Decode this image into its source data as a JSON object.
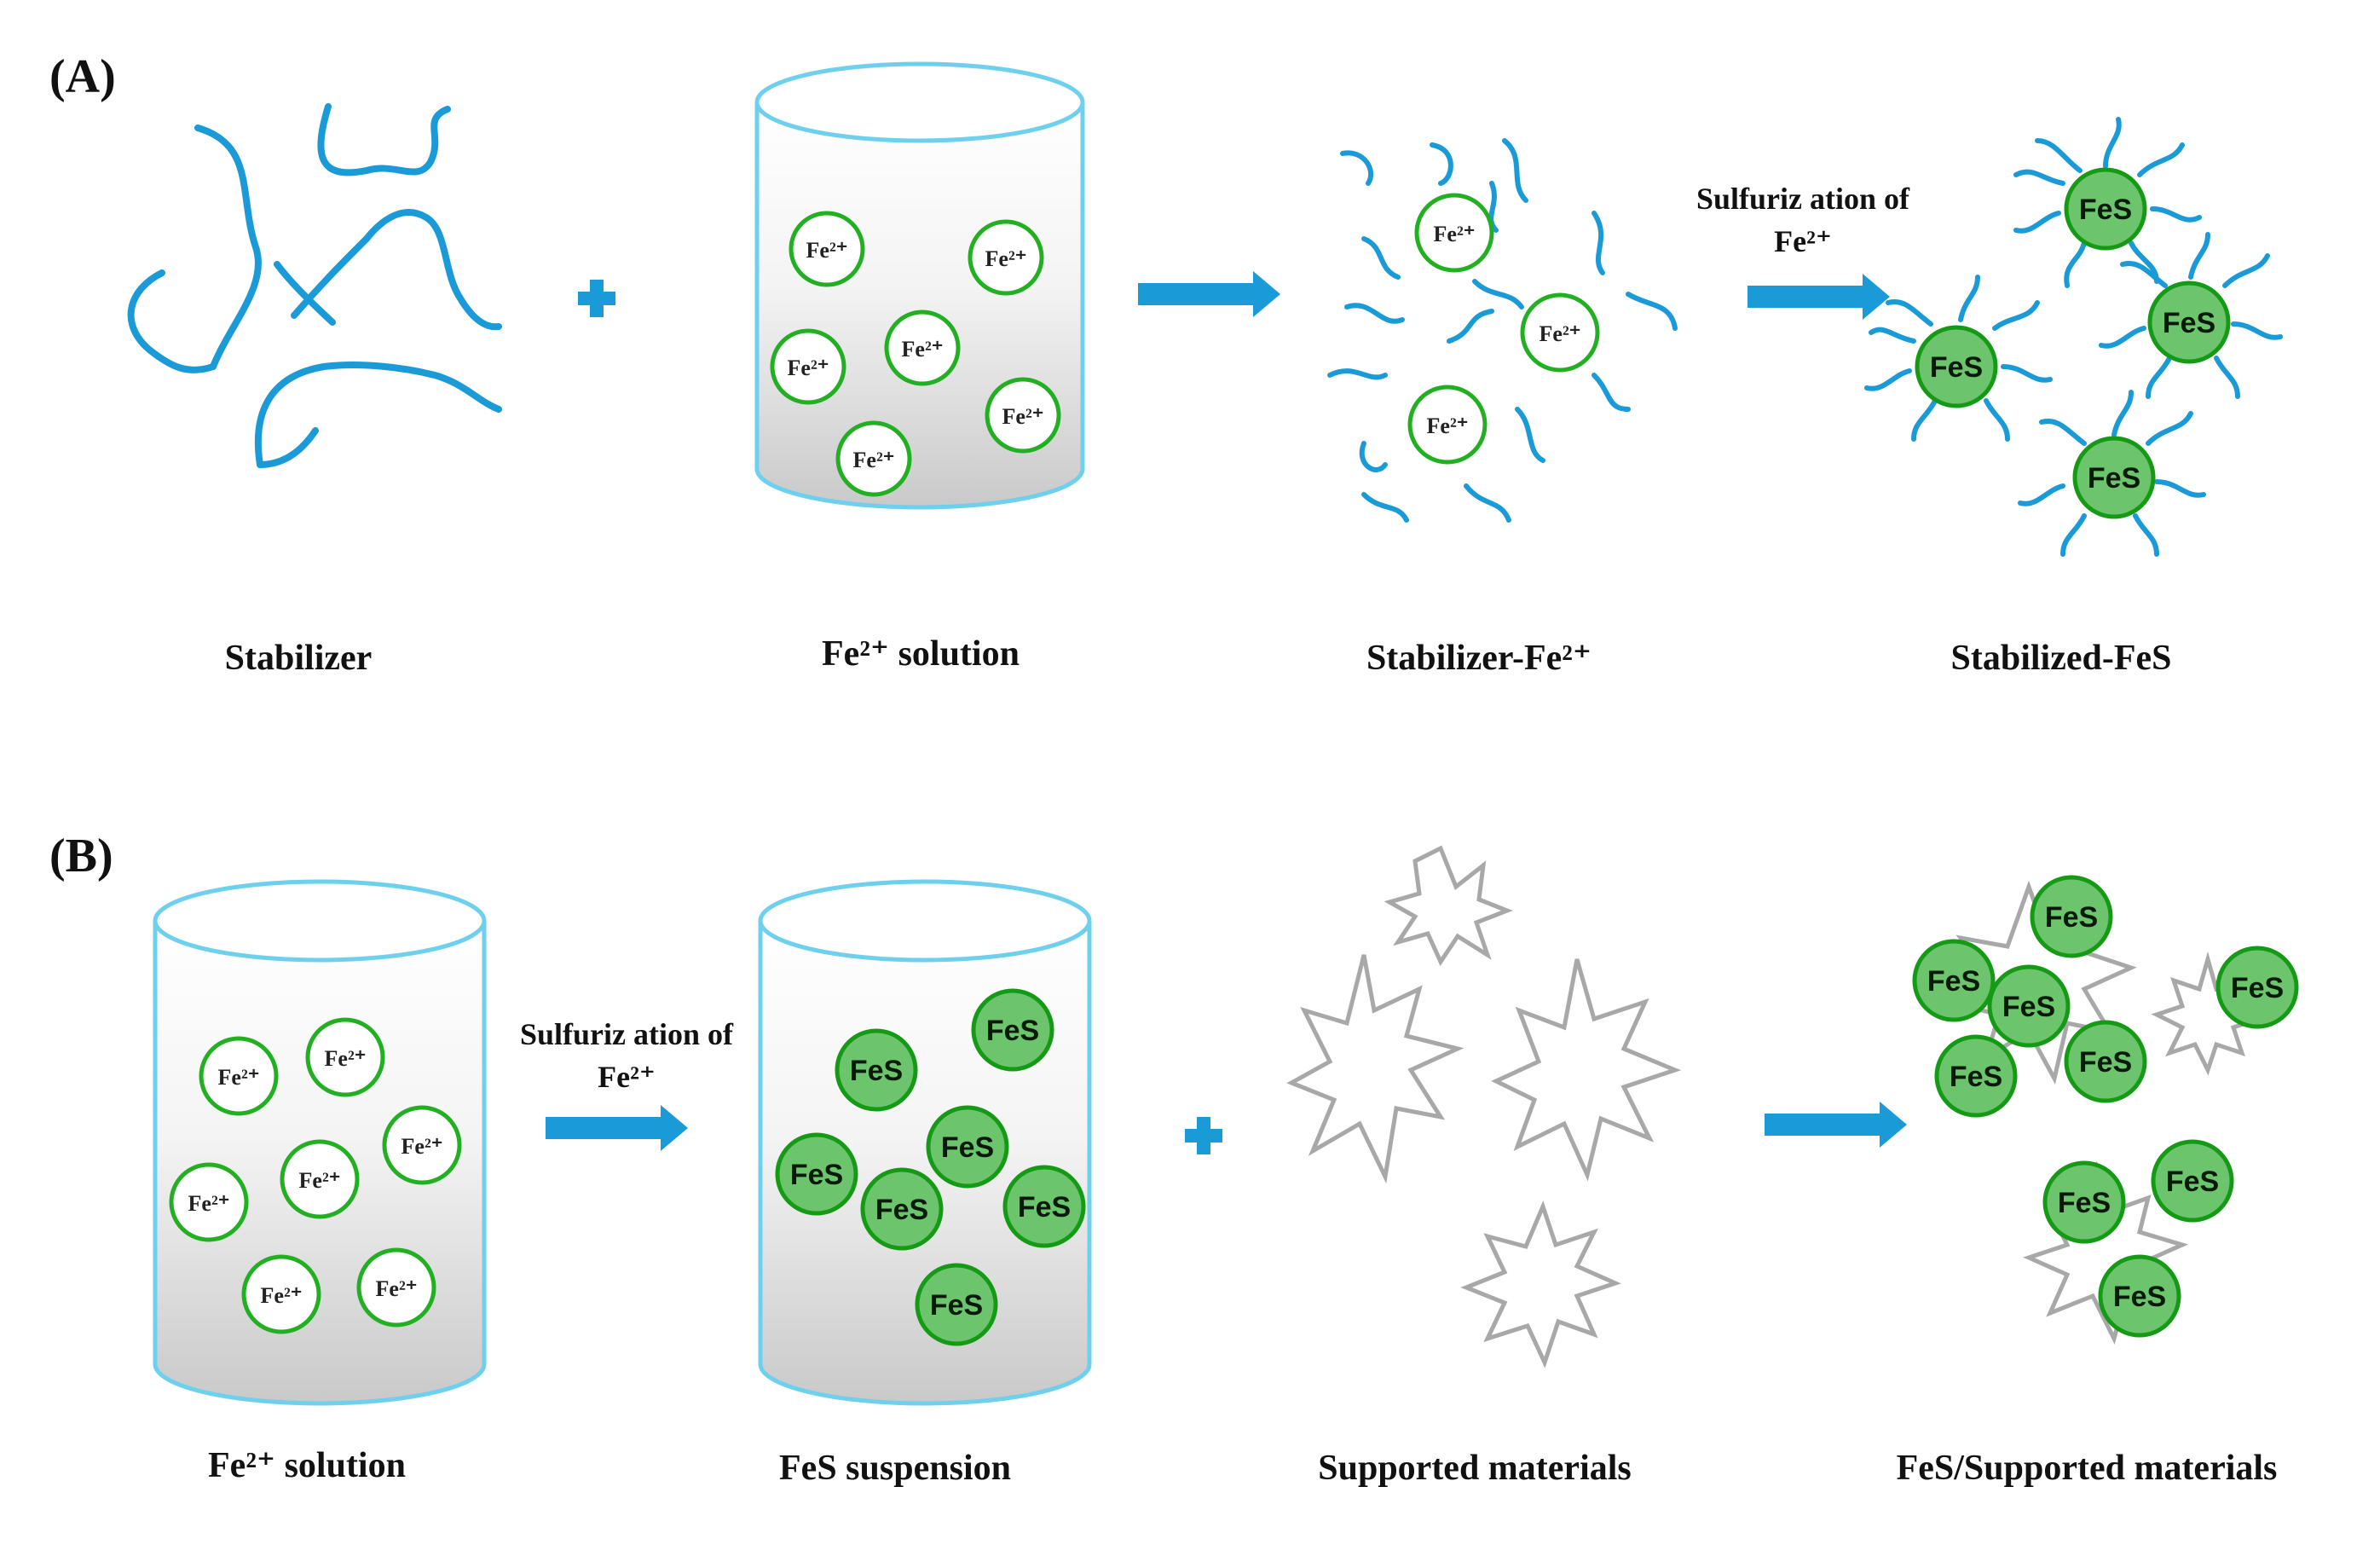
{
  "panels": {
    "a": {
      "label": "(A)",
      "captions": {
        "stabilizer": "Stabilizer",
        "fe_solution": "Fe²⁺ solution",
        "stabilizer_fe": "Stabilizer-Fe²⁺",
        "stabilized_fes": "Stabilized-FeS"
      },
      "arrow_text": {
        "line1": "Sulfuriz ation of",
        "line2": "Fe²⁺"
      }
    },
    "b": {
      "label": "(B)",
      "captions": {
        "fe_solution": "Fe²⁺ solution",
        "fes_suspension": "FeS suspension",
        "supported_materials": "Supported materials",
        "fes_supported": "FeS/Supported materials"
      },
      "arrow_text": {
        "line1": "Sulfuriz ation of",
        "line2": "Fe²⁺"
      }
    }
  },
  "ion_label": "Fe²⁺",
  "particle_label": "FeS",
  "colors": {
    "stabilizer_blue": "#1a9ad6",
    "ion_ring_green": "#22b022",
    "fes_fill_green": "#6cc46c",
    "support_gray": "#a8a8a8",
    "beaker_outline": "#6fd0ee"
  }
}
